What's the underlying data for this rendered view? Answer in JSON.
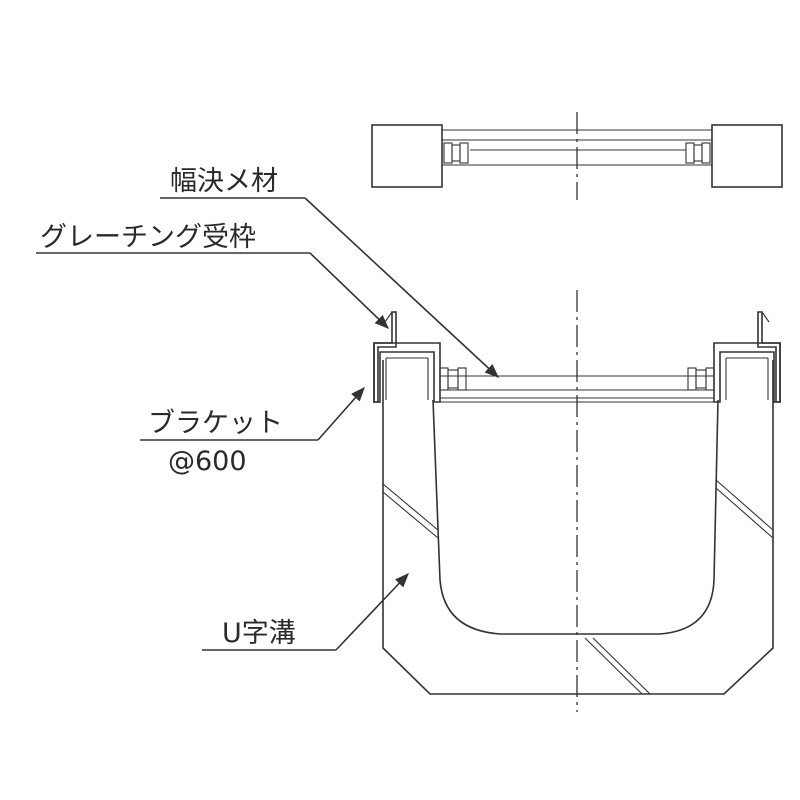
{
  "labels": {
    "width_spacer": "幅決メ材",
    "grating_frame": "グレーチング受枠",
    "bracket": "ブラケット",
    "bracket_pitch": "@600",
    "u_ditch": "U字溝"
  },
  "colors": {
    "line": "#333333",
    "text": "#2a2a2a",
    "background": "#ffffff"
  }
}
